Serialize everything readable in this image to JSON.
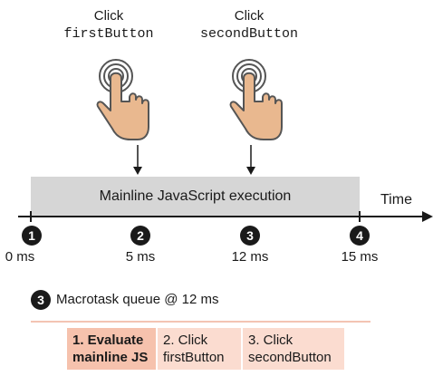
{
  "clicks": [
    {
      "label": "Click",
      "target": "firstButton"
    },
    {
      "label": "Click",
      "target": "secondButton"
    }
  ],
  "execution_bar": "Mainline JavaScript execution",
  "time_label": "Time",
  "markers": [
    {
      "number": "1",
      "time": "0 ms"
    },
    {
      "number": "2",
      "time": "5 ms"
    },
    {
      "number": "3",
      "time": "12 ms"
    },
    {
      "number": "4",
      "time": "15 ms"
    }
  ],
  "queue": {
    "marker": "3",
    "title": "Macrotask queue @ 12 ms",
    "items": [
      {
        "line1": "1. Evaluate",
        "line2": "mainline JS"
      },
      {
        "line1": "2. Click",
        "line2": "firstButton"
      },
      {
        "line1": "3. Click",
        "line2": "secondButton"
      }
    ]
  },
  "colors": {
    "execution_bar": "#d6d6d6",
    "queue_cell": "#fbdcd0",
    "queue_cell_active": "#f6c2ad",
    "hand": "#e9b88f"
  }
}
